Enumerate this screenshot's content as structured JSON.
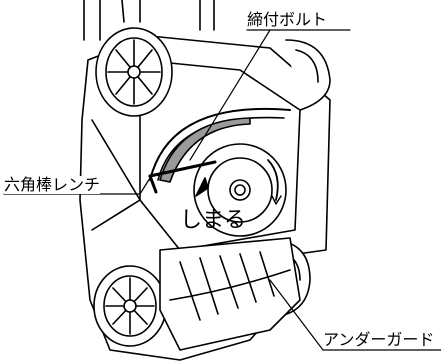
{
  "labels": {
    "bolt": "締付ボルト",
    "wrench": "六角棒レンチ",
    "tighten": "しまる",
    "guard": "アンダーガード"
  },
  "colors": {
    "line": "#000000",
    "shade": "#9a9a9a",
    "background": "#ffffff"
  }
}
